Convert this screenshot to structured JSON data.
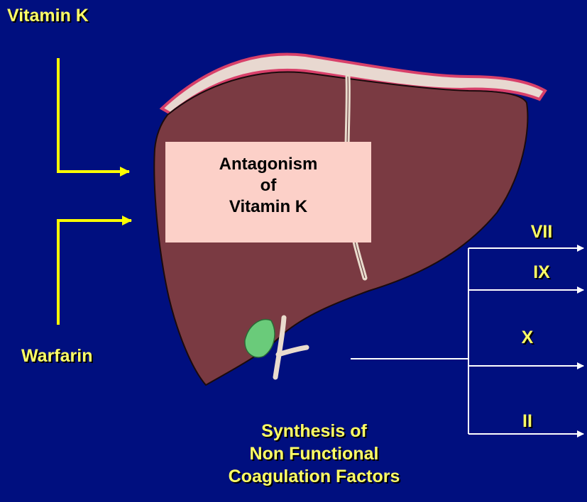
{
  "labels": {
    "vitamin_k": "Vitamin K",
    "warfarin": "Warfarin"
  },
  "box": {
    "line1": "Antagonism",
    "line2": "of",
    "line3": "Vitamin K"
  },
  "factors": [
    "VII",
    "IX",
    "X",
    "II"
  ],
  "synthesis": {
    "line1": "Synthesis of",
    "line2": "Non Functional",
    "line3": "Coagulation Factors"
  },
  "colors": {
    "background": "#000f7f",
    "label_text": "#ffff66",
    "connector_yellow": "#ffff00",
    "liver": "#7a3a42",
    "liver_outline": "#1a0a0c",
    "liver_capsule": "#d8406a",
    "gallbladder": "#6acb7a",
    "box_fill": "#fcd0c8"
  }
}
